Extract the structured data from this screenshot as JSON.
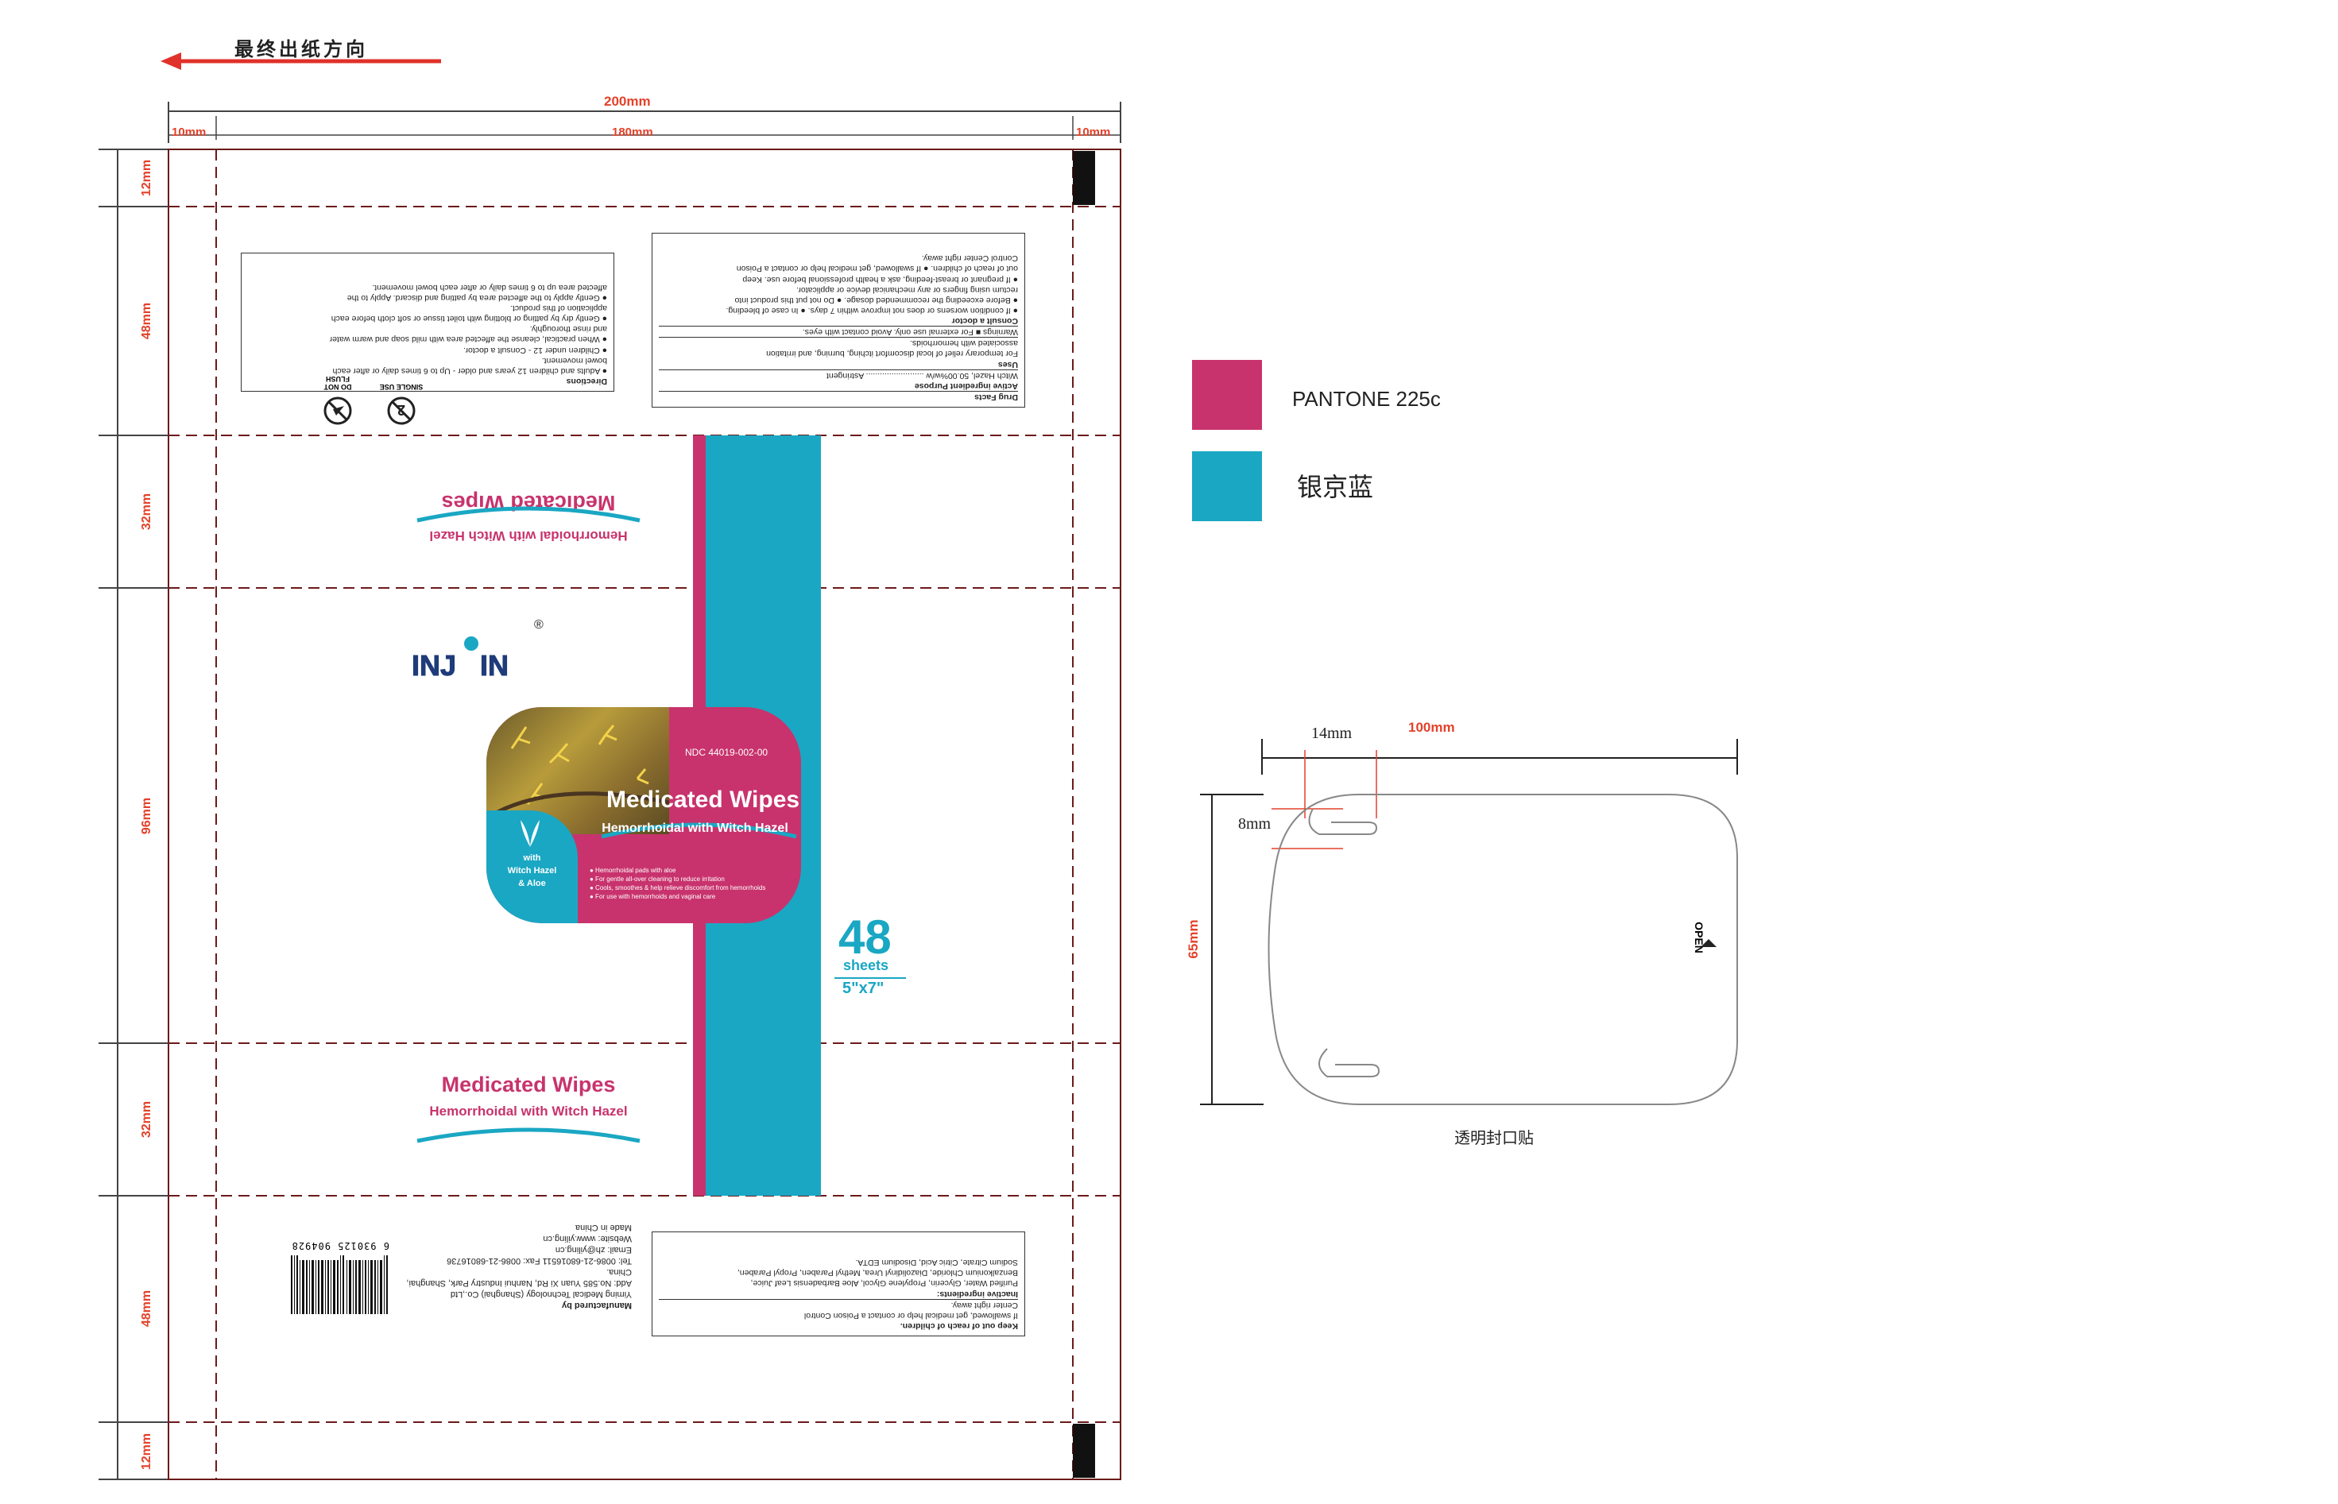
{
  "header": {
    "direction_label": "最终出纸方向"
  },
  "dimensions": {
    "total_width": "200mm",
    "margin_left": "10mm",
    "inner_width": "180mm",
    "margin_right": "10mm",
    "rows": [
      "12mm",
      "48mm",
      "32mm",
      "96mm",
      "32mm",
      "48mm",
      "12mm"
    ]
  },
  "colors": {
    "pink": "#c8336d",
    "teal": "#1aa7c3",
    "dim": "#e4412a",
    "cut": "#6b1a1a"
  },
  "legend": [
    {
      "name": "PANTONE 225c",
      "color": "#c8336d"
    },
    {
      "name": "银京蓝",
      "color": "#1aa7c3"
    }
  ],
  "top_panel": {
    "drug_facts_lines": [
      "Drug Facts",
      "Active ingredient                                Purpose",
      "Witch Hazel, 50.00%w/w ......................... Astringent",
      "Uses",
      "For temporary relief of local discomfort itching, burning, and irritation",
      "associated with hemorrhoids.",
      "Warnings  ■ For external use only.  Avoid contact with eyes.",
      "Consult a doctor",
      "● If condition worsens or does not improve within 7 days.  ● In case of bleeding.",
      "● Before exceeding the recommended dosage. ● Do not put this product into",
      "rectum using fingers or any mechanical device or applicator.",
      "● If pregnant or breast-feeding, ask a health professional before use. Keep",
      "out of reach of children. ● If swallowed, get medical help or contact a Poison",
      "Control Center right away."
    ],
    "directions_lines": [
      "Directions",
      "● Adults and children 12 years and older - Up to 6 times daily or after each",
      "bowel movement.",
      "● Children under 12 - Consult a doctor.",
      "● When practical, cleanse the affected area with mild soap and warm water",
      "and rinse thoroughly.",
      "● Gently dry by patting or blotting with toilet tissue or soft cloth before each",
      "application of this product.",
      "● Gently apply to the affected area by patting and discard.  Apply to the",
      "affected area up to 6 times daily or after each bowel movement."
    ],
    "icon_labels": [
      "DO NOT FLUSH",
      "SINGLE USE"
    ]
  },
  "product": {
    "title": "Medicated Wipes",
    "subtitle": "Hemorrhoidal with Witch Hazel",
    "brand": "INJIN",
    "registered": "®",
    "ndc": "NDC 44019-002-00",
    "badge_lines": [
      "with",
      "Witch Hazel",
      "& Aloe"
    ],
    "bullets": [
      "● Hemorrhoidal pads with aloe",
      "● For gentle all-over cleaning to reduce irritation",
      "● Cools, smoothes & help relieve discomfort from hemorrhoids",
      "● For use with hemorrhoids and vaginal care"
    ],
    "count": "48",
    "count_unit": "sheets",
    "size": "5\"x7\""
  },
  "bottom_panel": {
    "manufacturer_lines": [
      "Manufactured by",
      "Yiming Medical Technology (Shanghai) Co.,Ltd",
      "Add: No.585 Yuan Xi Rd, Nanhui Industry Park, Shanghai, China.",
      "Tel: 0086-21-68016511   Fax: 0086-21-68016736",
      "Email: zh@yiling.cn",
      "Website: www.yiling.cn",
      "Made in China"
    ],
    "barcode_number": "6  930125  904928",
    "warning_lines": [
      "Keep out of reach of children.",
      "If swallowed, get medical help or contact a Poison Control",
      "Center right away.",
      "Inactive ingredients:",
      "Purified Water, Glycerin, Propylene Glycol, Aloe Barbadensis Leaf Juice,",
      "Benzalkonium Chloride, Diazolidinyl Urea, Methyl Paraben, Propyl Paraben,",
      "Sodium Citrate, Citric Acid, Disodium EDTA."
    ]
  },
  "label_diagram": {
    "width_label": "100mm",
    "tab_width_label": "14mm",
    "tab_height_label": "8mm",
    "height_label": "65mm",
    "open_label": "OPEN",
    "caption": "透明封口贴"
  }
}
